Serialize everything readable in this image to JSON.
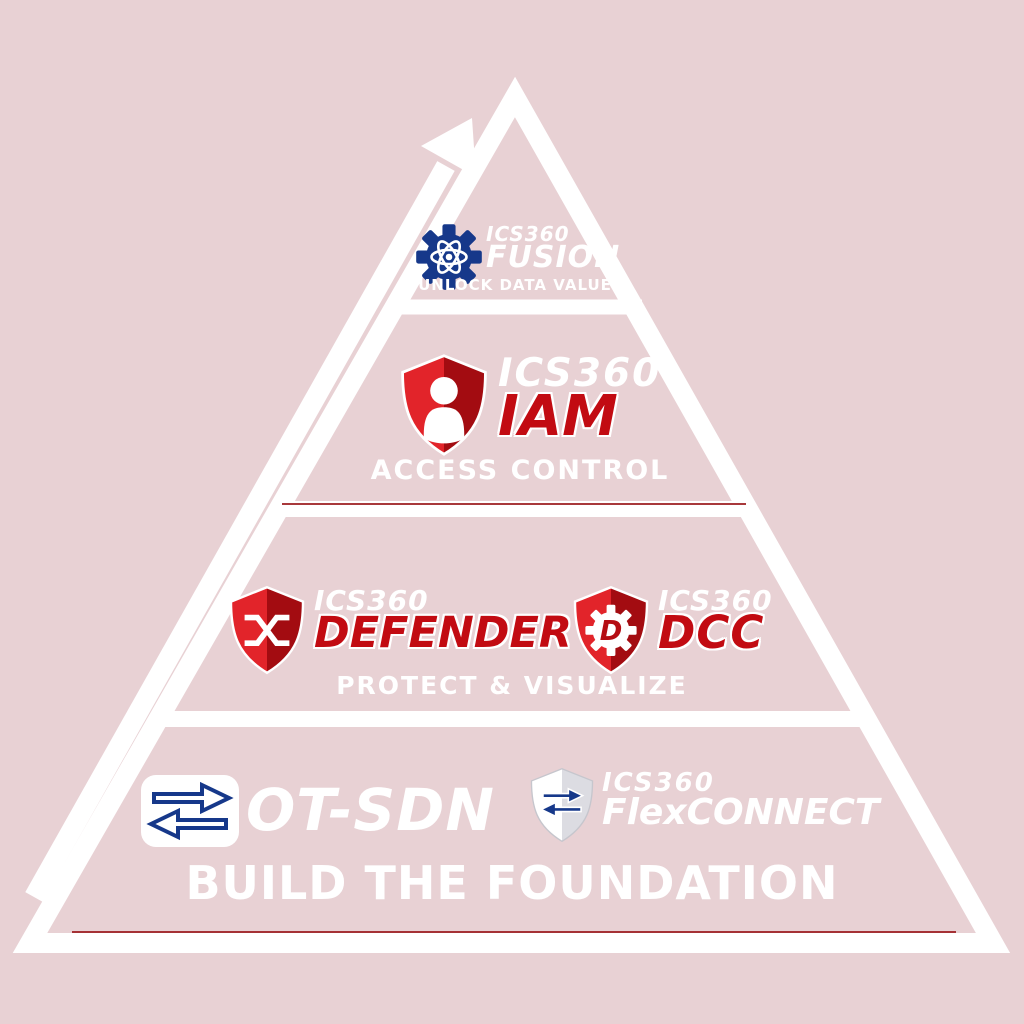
{
  "diagram": {
    "type": "pyramid",
    "background_color": "#e8d1d4",
    "colors": {
      "outline_white": "#ffffff",
      "product_red": "#c20b12",
      "icon_blue": "#16388a",
      "thin_line_red": "#9a161a",
      "shield_red_light": "#e2242a",
      "shield_red_dark": "#a30c11",
      "shield_gray": "#dcdce2"
    }
  },
  "pyramid": {
    "tiers": [
      {
        "level": 1,
        "brand": "ICS360",
        "product": "FUSION",
        "tagline": "UNLOCK DATA VALUE",
        "icon": "gear-atom-icon"
      },
      {
        "level": 2,
        "brand": "ICS360",
        "product": "IAM",
        "tagline": "ACCESS CONTROL",
        "icon": "shield-user-icon"
      },
      {
        "level": 3,
        "tagline": "PROTECT & VISUALIZE",
        "products": [
          {
            "brand": "ICS360",
            "name": "DEFENDER",
            "icon": "shield-x-icon"
          },
          {
            "brand": "ICS360",
            "name": "DCC",
            "icon": "shield-gear-icon",
            "icon_letter": "D"
          }
        ]
      },
      {
        "level": 4,
        "tagline": "BUILD THE FOUNDATION",
        "products": [
          {
            "name": "OT-SDN",
            "icon": "data-transfer-icon"
          },
          {
            "brand": "ICS360",
            "name": "FlexCONNECT",
            "icon": "shield-transfer-icon"
          }
        ]
      }
    ]
  }
}
